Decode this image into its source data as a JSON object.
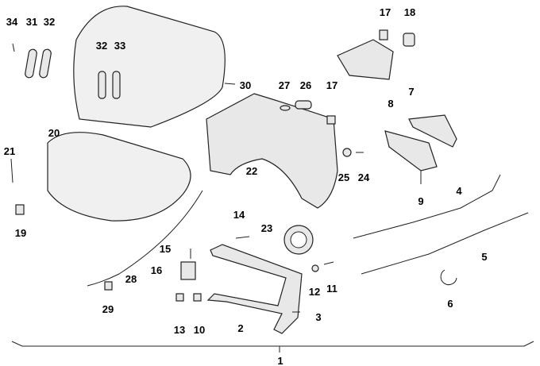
{
  "title": "Windshield / fairing parts diagram",
  "callouts": {
    "p34": "34",
    "p31": "31",
    "p32a": "32",
    "p32b": "32",
    "p33": "33",
    "p30": "30",
    "p27": "27",
    "p26": "26",
    "p17a": "17",
    "p17b": "17",
    "p18": "18",
    "p7": "7",
    "p8": "8",
    "p20": "20",
    "p21": "21",
    "p19": "19",
    "p22": "22",
    "p25": "25",
    "p24": "24",
    "p9": "9",
    "p4": "4",
    "p14": "14",
    "p23": "23",
    "p5": "5",
    "p15": "15",
    "p16": "16",
    "p28": "28",
    "p11": "11",
    "p12": "12",
    "p6": "6",
    "p29": "29",
    "p3": "3",
    "p13": "13",
    "p10": "10",
    "p2": "2",
    "p1": "1"
  }
}
